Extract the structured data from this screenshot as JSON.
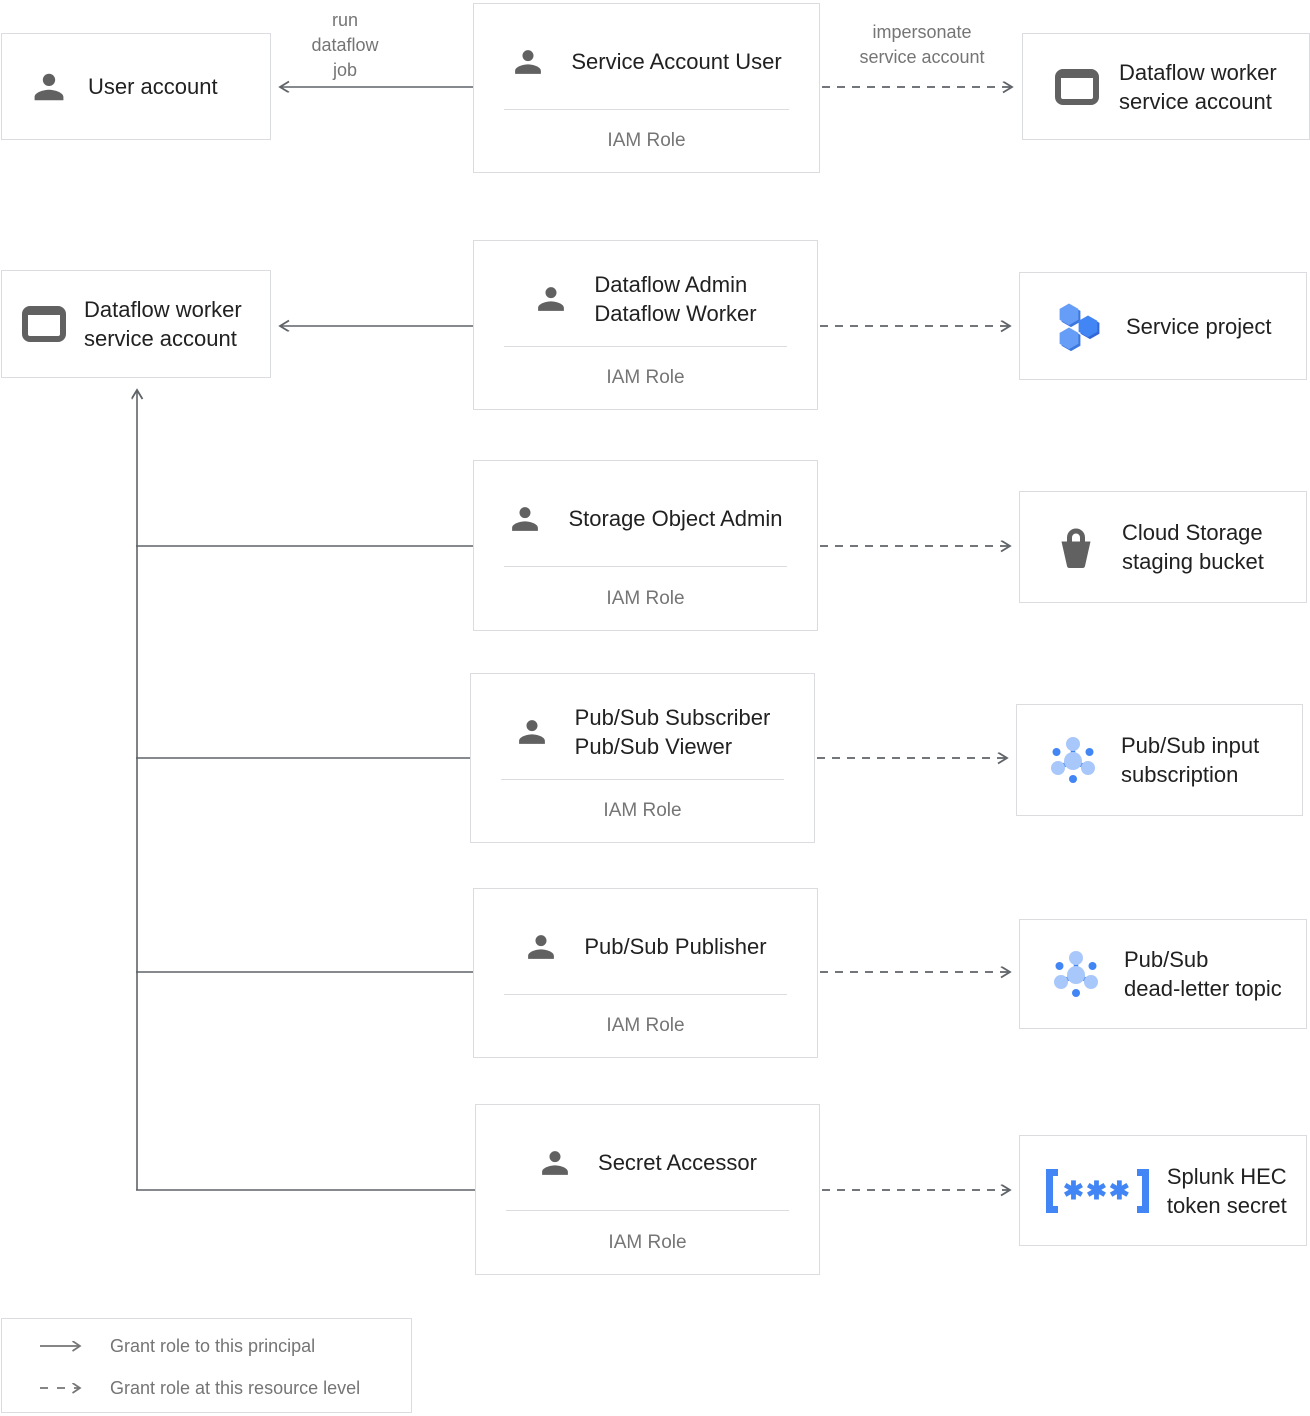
{
  "colors": {
    "box_border": "#DADCE0",
    "title_text": "#212121",
    "muted_text": "#757575",
    "line": "#5F6368",
    "icon_gray": "#616161",
    "blue": "#4285F4",
    "blue_light": "#A8C7FA",
    "hex_light": "#669DF6",
    "hex_dark": "#3C78E0"
  },
  "actors": {
    "user_account": {
      "label": "User account"
    },
    "dataflow_worker_sa": {
      "line1": "Dataflow worker",
      "line2": "service account"
    }
  },
  "roles": [
    {
      "line1": "Service Account User",
      "sub": "IAM Role"
    },
    {
      "line1": "Dataflow Admin",
      "line2": "Dataflow Worker",
      "sub": "IAM Role"
    },
    {
      "line1": "Storage Object Admin",
      "sub": "IAM Role"
    },
    {
      "line1": "Pub/Sub Subscriber",
      "line2": "Pub/Sub Viewer",
      "sub": "IAM Role"
    },
    {
      "line1": "Pub/Sub Publisher",
      "sub": "IAM Role"
    },
    {
      "line1": "Secret Accessor",
      "sub": "IAM Role"
    }
  ],
  "resources": [
    {
      "line1": "Dataflow worker",
      "line2": "service account"
    },
    {
      "line1": "Service project"
    },
    {
      "line1": "Cloud Storage",
      "line2": "staging bucket"
    },
    {
      "line1": "Pub/Sub input",
      "line2": "subscription"
    },
    {
      "line1": "Pub/Sub",
      "line2": "dead-letter topic"
    },
    {
      "line1": "Splunk HEC",
      "line2": "token secret"
    }
  ],
  "edge_labels": {
    "run_dataflow_job": {
      "lines": [
        "run",
        "dataflow",
        "job"
      ]
    },
    "impersonate": {
      "lines": [
        "impersonate",
        "service account"
      ]
    }
  },
  "icons": {
    "secret_stars": "✱✱✱"
  },
  "legend": {
    "solid": "Grant role to this principal",
    "dashed": "Grant role at this resource level"
  }
}
